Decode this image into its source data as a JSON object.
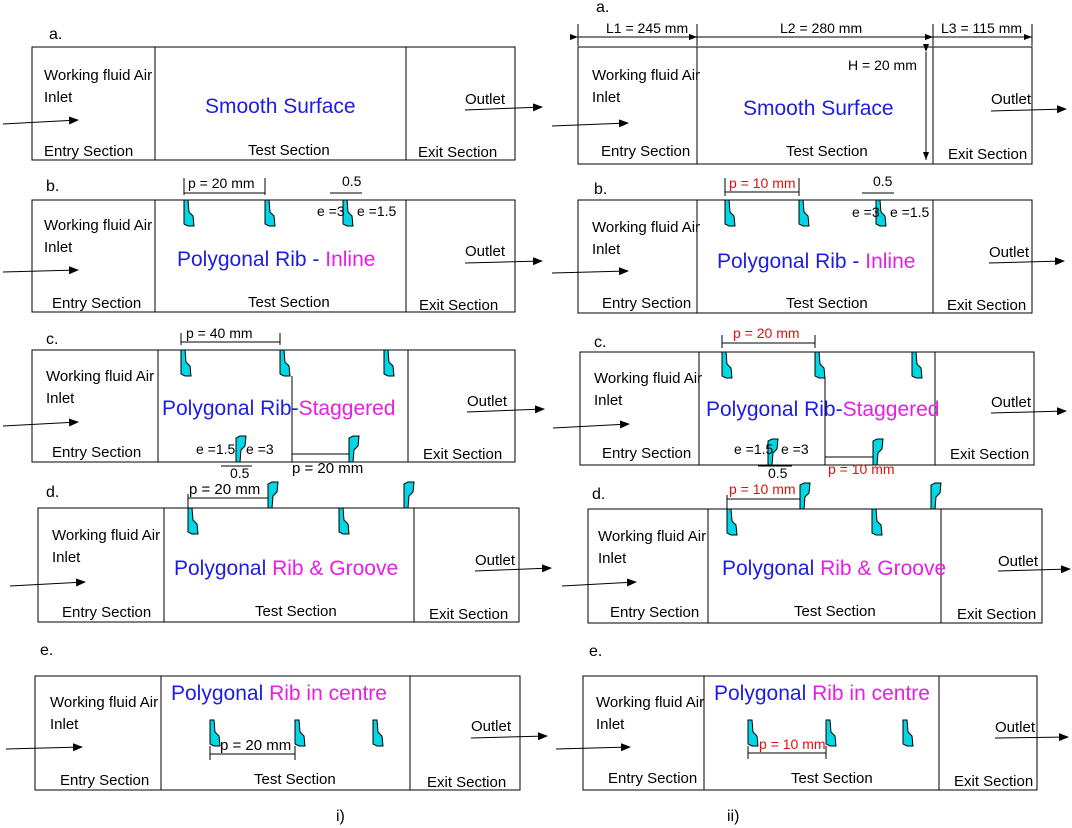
{
  "panels": {
    "left": {
      "caption": "i)"
    },
    "right": {
      "caption": "ii)"
    }
  },
  "common": {
    "fluid_line1": "Working fluid Air",
    "fluid_line2": "Inlet",
    "entry": "Entry Section",
    "test": "Test Section",
    "exit": "Exit Section",
    "outlet": "Outlet"
  },
  "cases": {
    "a": {
      "letter": "a.",
      "title": "Smooth Surface"
    },
    "b": {
      "letter": "b.",
      "title_blue": "Polygonal Rib - ",
      "title_mag": "Inline"
    },
    "c": {
      "letter": "c.",
      "title_blue": "Polygonal Rib-",
      "title_mag": "Staggered"
    },
    "d": {
      "letter": "d.",
      "title_blue": "Polygonal ",
      "title_mag": "Rib & Groove"
    },
    "e": {
      "letter": "e.",
      "title_blue": "Polygonal ",
      "title_mag": "Rib in centre"
    }
  },
  "dims": {
    "L1": "L1 = 245 mm",
    "L2": "L2 = 280 mm",
    "L3": "L3 = 115 mm",
    "H": "H = 20 mm",
    "e3": "e =3",
    "e15": "e =1.5",
    "w05": "0.5",
    "left_pitch": {
      "b": "p = 20 mm",
      "c_top": "p = 40 mm",
      "c_bot": "p = 20 mm",
      "d": "p = 20 mm",
      "e": "p = 20 mm"
    },
    "right_pitch": {
      "b": "p = 10 mm",
      "c_top": "p = 20 mm",
      "c_bot": "p = 10 mm",
      "d": "p = 10 mm",
      "e": "p = 10 mm"
    }
  },
  "colors": {
    "title_blue": "#1c1ce6",
    "title_magenta": "#e61ee6",
    "rib_cyan": "#00d6e6",
    "dim_red": "#e01010"
  }
}
